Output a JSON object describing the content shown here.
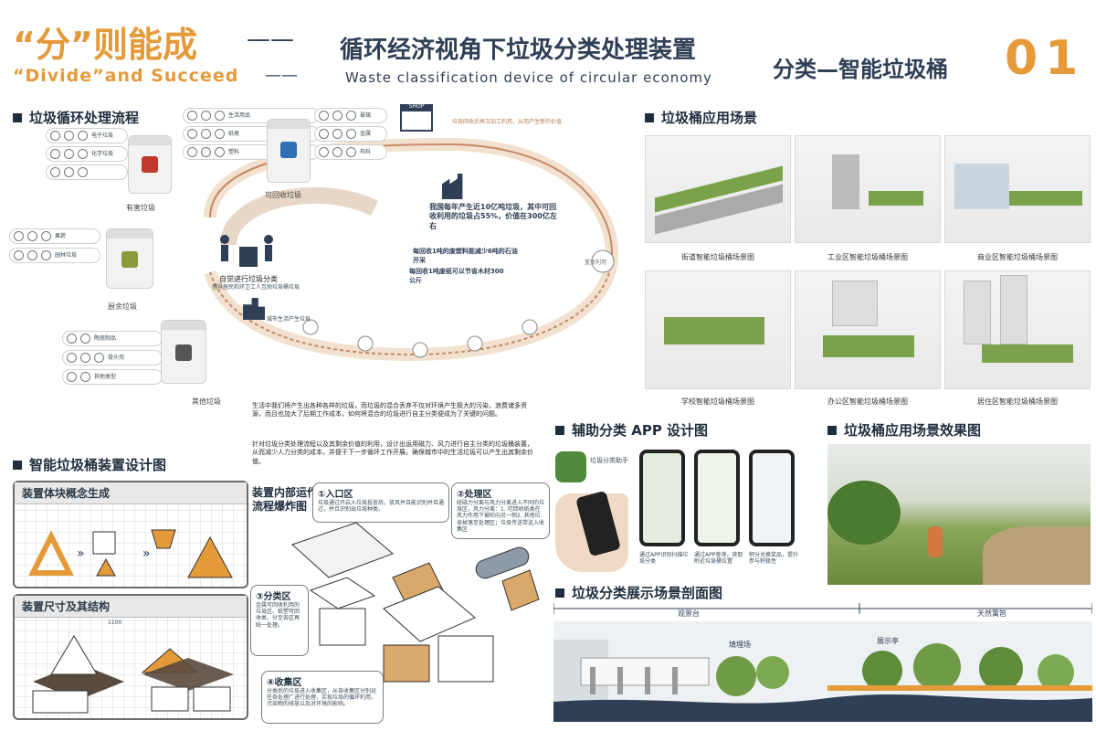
{
  "header": {
    "slogan_cn": "“分”则能成",
    "dash": "——",
    "title_cn": "循环经济视角下垃圾分类处理装置",
    "slogan_en": "“Divide”and Succeed",
    "title_en": "Waste classification device of circular economy",
    "subtitle_cn": "分类—智能垃圾桶",
    "number": "01"
  },
  "sections": {
    "flow_title": "垃圾循环处理流程",
    "scene_title": "垃圾桶应用场景",
    "device_title": "智能垃圾桶装置设计图",
    "app_title": "辅助分类 APP 设计图",
    "effect_title": "垃圾桶应用场景效果图",
    "section_title": "垃圾分类展示场景剖面图"
  },
  "flow": {
    "bins": [
      {
        "label": "有害垃圾"
      },
      {
        "label": "可回收垃圾"
      },
      {
        "label": "厨余垃圾"
      },
      {
        "label": "其他垃圾"
      }
    ],
    "stats": {
      "s1": "我国每年产生近10亿吨垃圾，其中可回收利用的垃圾占55%，价值在300亿左右",
      "s2": "每回收1吨的废塑料能减少6吨的石油开采",
      "s3": "每回收1吨废纸可以节省木材300公斤"
    },
    "center_label": "自觉进行垃圾分类",
    "center_sub": "倡导居民和环卫工人互助垃圾桶垃圾",
    "recycle_label": "城市生活产生垃圾",
    "arc_label": "垃圾回收后再次加工利用，从而产生新的价值",
    "shop_label": "SHOP",
    "right_label": "重复利用"
  },
  "intro": {
    "p1": "生活中我们将产生出各种各样的垃圾，而垃圾的混合丢弃不仅对环境产生极大的污染，浪费诸多资源，而且也加大了后期工作成本，如何将混合的垃圾进行自主分类便成为了关键的问题。",
    "p2": "针对垃圾分类处理流程以及其剩余价值的利用，设计出运用磁力、风力进行自主分类的垃圾桶装置，从而减少人力分类的成本，并便于下一步循环工作开展。确保城市中的生活垃圾可以产生出其剩余价值。"
  },
  "scenes": [
    {
      "caption": "街道智能垃圾桶场景图"
    },
    {
      "caption": "工业区智能垃圾桶场景图"
    },
    {
      "caption": "商业区智能垃圾桶场景图"
    },
    {
      "caption": "学校智能垃圾桶场景图"
    },
    {
      "caption": "办公区智能垃圾桶场景图"
    },
    {
      "caption": "居住区智能垃圾桶场景图"
    }
  ],
  "device": {
    "panel1": "装置体块概念生成",
    "panel2": "装置尺寸及其结构",
    "explode_title": "装置内部运作流程爆炸图",
    "zones": [
      {
        "title": "①入口区",
        "text": "垃圾通过开启入垃圾投放后，放风并且能识别并且通过，并且识别出垃圾种类。"
      },
      {
        "title": "②处理区",
        "text": "经磁力分离与风力分离进入不同的垃圾区，风力分离：1. 可回收纸类在风力作用下被吹向另一侧2. 其他垃圾掉落至处理区；垃圾传送带送入收集区"
      },
      {
        "title": "③分类区",
        "text": "金属可回收利用的垃圾区、纸塑可回收类，分至各区再统一处理。"
      },
      {
        "title": "④收集区",
        "text": "分类后的垃圾进入收集区，从各收集区分别运往各处理厂进行处理，实现垃圾的循环利用，污染物的排放以及对环境的影响。"
      }
    ],
    "dim_1100": "1100"
  },
  "app": {
    "name": "垃圾分类助手",
    "cap1": "通过APP识别扫描垃圾分类",
    "cap2": "通过APP查询，获取附近垃圾桶位置",
    "cap3": "积分兑换奖品，提升参与积极性"
  },
  "section_view": {
    "zone1": "观景台",
    "zone2": "天然篱笆",
    "label1": "填埋场",
    "label2": "展示亭"
  },
  "colors": {
    "orange": "#e59a3a",
    "navy": "#2f3f56",
    "green": "#4f8a3b"
  }
}
